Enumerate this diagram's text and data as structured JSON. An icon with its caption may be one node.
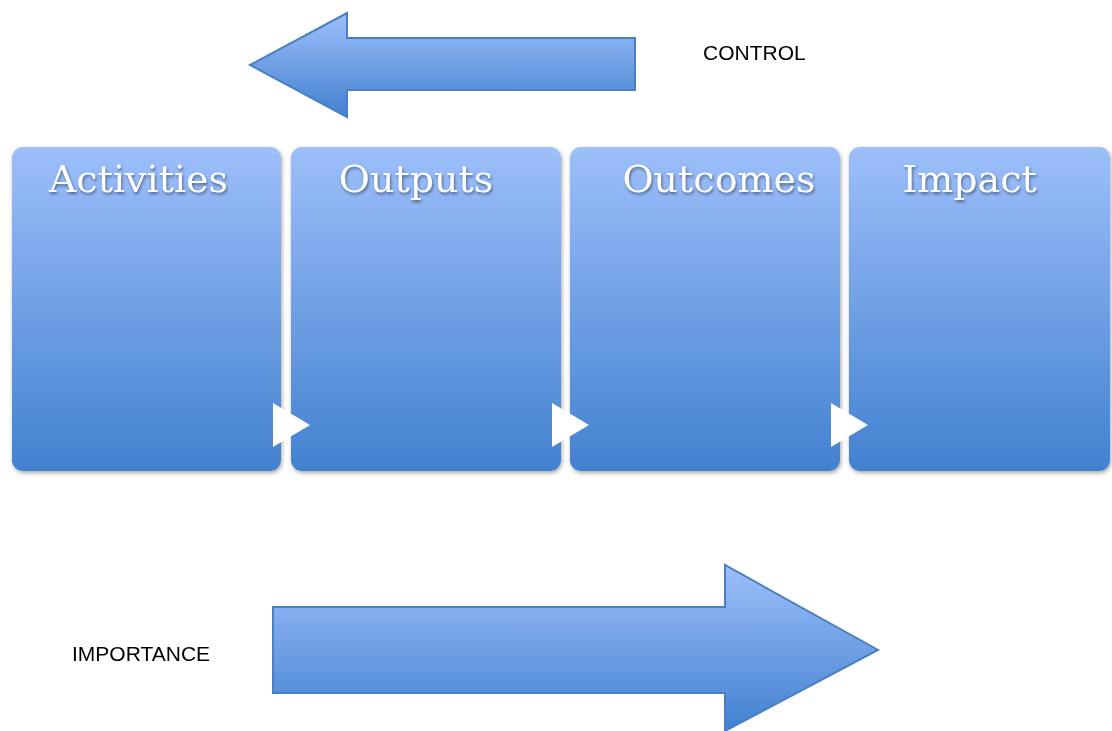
{
  "diagram": {
    "nodes": [
      {
        "text": [
          "Activities"
        ]
      },
      {
        "text": [
          "Outputs"
        ]
      },
      {
        "text": [
          "Outcomes"
        ]
      },
      {
        "text": [
          "Impact"
        ]
      }
    ],
    "edges": [
      {
        "from": 0,
        "to": 1,
        "arrow": "to"
      },
      {
        "from": 1,
        "to": 2,
        "arrow": "to"
      },
      {
        "from": 2,
        "to": 3,
        "arrow": "to"
      }
    ],
    "labels": [
      "CONTROL",
      "IMPORTANCE"
    ]
  }
}
